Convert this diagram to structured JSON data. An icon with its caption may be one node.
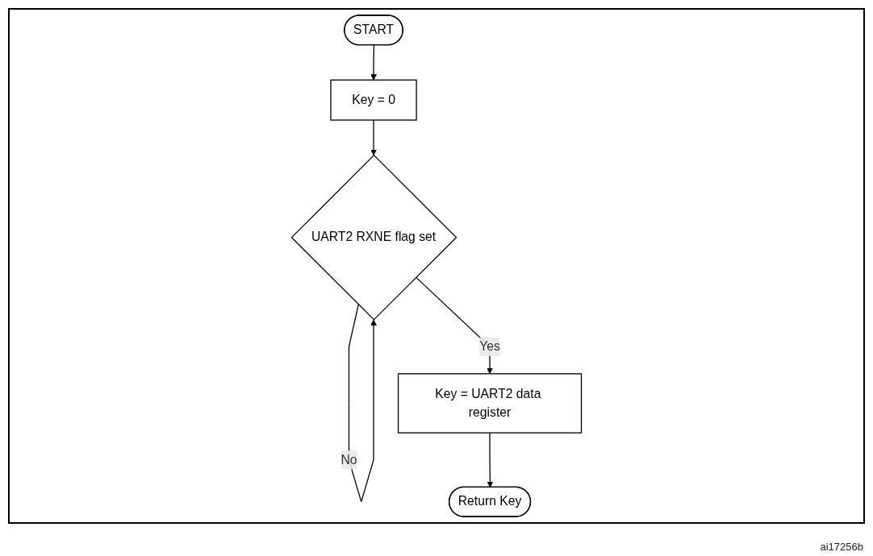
{
  "diagram": {
    "nodes": [
      {
        "text": [
          "START"
        ]
      },
      {
        "text": [
          "Key = 0"
        ]
      },
      {
        "text": [
          "UART2 RXNE flag set"
        ]
      },
      {
        "text": [
          "Key = UART2 data register"
        ]
      },
      {
        "text": [
          "Return Key"
        ]
      }
    ],
    "edges": [
      {
        "from": 0,
        "to": 1,
        "arrow": "to"
      },
      {
        "from": 1,
        "to": 2,
        "arrow": "to"
      },
      {
        "from": 2,
        "to": 2,
        "arrow": "to",
        "label": "No"
      },
      {
        "from": 2,
        "to": 3,
        "arrow": "to",
        "label": "Yes"
      },
      {
        "from": 3,
        "to": 4,
        "arrow": "to"
      }
    ],
    "labels": [
      "ai17256b"
    ]
  }
}
